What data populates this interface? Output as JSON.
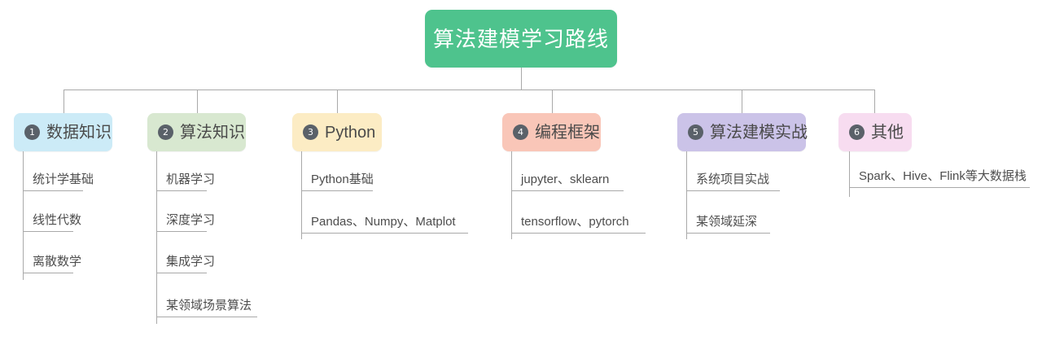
{
  "diagram": {
    "type": "mind-map",
    "title": "算法建模学习路线",
    "background_color": "#ffffff",
    "connector_color": "#a9a9a9"
  },
  "root": {
    "label": "算法建模学习路线",
    "background_color": "#4ec38d",
    "text_color": "#ffffff"
  },
  "branches": [
    {
      "number": "1",
      "label": "数据知识",
      "background_color": "#ccebf7",
      "badge_color": "#5a6169",
      "leaves": [
        {
          "label": "统计学基础"
        },
        {
          "label": "线性代数"
        },
        {
          "label": "离散数学"
        }
      ]
    },
    {
      "number": "2",
      "label": "算法知识",
      "background_color": "#d8e8d0",
      "badge_color": "#5a6169",
      "leaves": [
        {
          "label": "机器学习"
        },
        {
          "label": "深度学习"
        },
        {
          "label": "集成学习"
        },
        {
          "label": "某领域场景算法"
        }
      ]
    },
    {
      "number": "3",
      "label": "Python",
      "background_color": "#fcecc4",
      "badge_color": "#5a6169",
      "leaves": [
        {
          "label": "Python基础"
        },
        {
          "label": "Pandas、Numpy、Matplot"
        }
      ]
    },
    {
      "number": "4",
      "label": "编程框架",
      "background_color": "#f9c6b8",
      "badge_color": "#5a6169",
      "leaves": [
        {
          "label": "jupyter、sklearn"
        },
        {
          "label": "tensorflow、pytorch"
        }
      ]
    },
    {
      "number": "5",
      "label": "算法建模实战",
      "background_color": "#cbc3e8",
      "badge_color": "#5a6169",
      "leaves": [
        {
          "label": "系统项目实战"
        },
        {
          "label": "某领域延深"
        }
      ]
    },
    {
      "number": "6",
      "label": "其他",
      "background_color": "#f7dcf0",
      "badge_color": "#5a6169",
      "leaves": [
        {
          "label": "Spark、Hive、Flink等大数据栈"
        }
      ]
    }
  ]
}
